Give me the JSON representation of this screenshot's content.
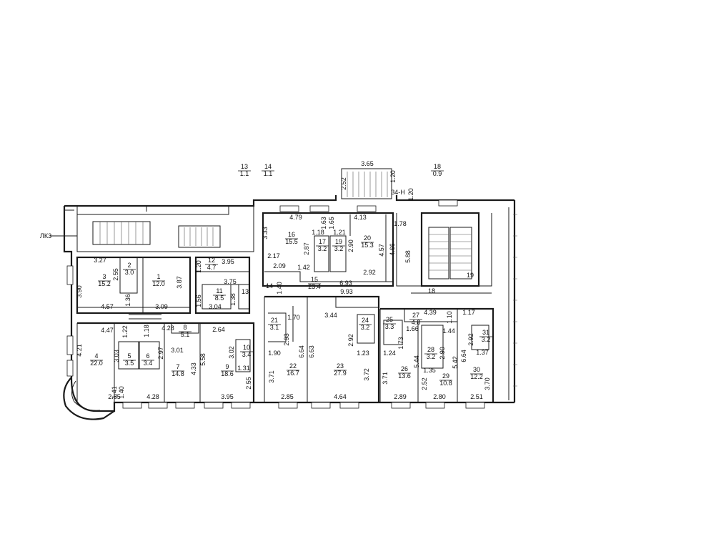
{
  "plan": {
    "tag_lk": "ЛК3",
    "tag_stair": "34-Н",
    "rooms": [
      {
        "id": "room-1",
        "num": "1",
        "area": "12.0"
      },
      {
        "id": "room-2",
        "num": "2",
        "area": "3.0"
      },
      {
        "id": "room-3",
        "num": "3",
        "area": "15.2"
      },
      {
        "id": "room-4",
        "num": "4",
        "area": "22.0"
      },
      {
        "id": "room-5",
        "num": "5",
        "area": "3.5"
      },
      {
        "id": "room-6",
        "num": "6",
        "area": "3.4"
      },
      {
        "id": "room-7",
        "num": "7",
        "area": "14.8"
      },
      {
        "id": "room-8",
        "num": "8",
        "area": "5.1"
      },
      {
        "id": "room-9",
        "num": "9",
        "area": "18.6"
      },
      {
        "id": "room-10",
        "num": "10",
        "area": "3.4"
      },
      {
        "id": "room-11",
        "num": "11",
        "area": "8.5"
      },
      {
        "id": "room-12",
        "num": "12",
        "area": "4.7"
      },
      {
        "id": "room-13",
        "num": "13",
        "area": "1.1"
      },
      {
        "id": "room-14",
        "num": "14",
        "area": "1.1"
      },
      {
        "id": "room-15",
        "num": "15",
        "area": "23.4"
      },
      {
        "id": "room-16",
        "num": "16",
        "area": "15.5"
      },
      {
        "id": "room-17",
        "num": "17",
        "area": "3.2"
      },
      {
        "id": "room-18",
        "num": "18",
        "area": "0.9"
      },
      {
        "id": "room-19",
        "num": "19",
        "area": "3.2"
      },
      {
        "id": "room-20",
        "num": "20",
        "area": "15.3"
      },
      {
        "id": "room-21",
        "num": "21",
        "area": "3.1"
      },
      {
        "id": "room-22",
        "num": "22",
        "area": "16.7"
      },
      {
        "id": "room-23",
        "num": "23",
        "area": "27.9"
      },
      {
        "id": "room-24",
        "num": "24",
        "area": "3.2"
      },
      {
        "id": "room-25",
        "num": "25",
        "area": "3.3"
      },
      {
        "id": "room-26",
        "num": "26",
        "area": "13.6"
      },
      {
        "id": "room-27",
        "num": "27",
        "area": "4.8"
      },
      {
        "id": "room-28",
        "num": "28",
        "area": "3.2"
      },
      {
        "id": "room-29",
        "num": "29",
        "area": "10.8"
      },
      {
        "id": "room-30",
        "num": "30",
        "area": "12.2"
      },
      {
        "id": "room-31",
        "num": "31",
        "area": "3.2"
      }
    ],
    "markers": [
      {
        "id": "marker-13",
        "text": "13"
      },
      {
        "id": "marker-14",
        "text": "14"
      },
      {
        "id": "marker-18",
        "text": "18"
      },
      {
        "id": "marker-19",
        "text": "19"
      }
    ],
    "dims": [
      {
        "id": "d01",
        "text": "3.65"
      },
      {
        "id": "d02",
        "text": "2.52"
      },
      {
        "id": "d03",
        "text": "1.20"
      },
      {
        "id": "d04",
        "text": "1.20"
      },
      {
        "id": "d05",
        "text": "4.79"
      },
      {
        "id": "d06",
        "text": "1.63"
      },
      {
        "id": "d07",
        "text": "1.65"
      },
      {
        "id": "d08",
        "text": "4.13"
      },
      {
        "id": "d09",
        "text": "1.78"
      },
      {
        "id": "d10",
        "text": "3.33"
      },
      {
        "id": "d11",
        "text": "1.18"
      },
      {
        "id": "d12",
        "text": "1.21"
      },
      {
        "id": "d13",
        "text": "2.87"
      },
      {
        "id": "d14",
        "text": "2.90"
      },
      {
        "id": "d15",
        "text": "4.57"
      },
      {
        "id": "d16",
        "text": "4.66"
      },
      {
        "id": "d17",
        "text": "5.88"
      },
      {
        "id": "d18",
        "text": "2.17"
      },
      {
        "id": "d19",
        "text": "2.09"
      },
      {
        "id": "d20",
        "text": "1.42"
      },
      {
        "id": "d21",
        "text": "2.92"
      },
      {
        "id": "d22",
        "text": "6.93"
      },
      {
        "id": "d23",
        "text": "9.93"
      },
      {
        "id": "d24",
        "text": "1.40"
      },
      {
        "id": "d25",
        "text": "3.27"
      },
      {
        "id": "d26",
        "text": "2.55"
      },
      {
        "id": "d27",
        "text": "1.20"
      },
      {
        "id": "d28",
        "text": "3.95"
      },
      {
        "id": "d29",
        "text": "3.90"
      },
      {
        "id": "d30",
        "text": "3.87"
      },
      {
        "id": "d31",
        "text": "3.75"
      },
      {
        "id": "d32",
        "text": "1.36"
      },
      {
        "id": "d33",
        "text": "1.56"
      },
      {
        "id": "d34",
        "text": "1.38"
      },
      {
        "id": "d35",
        "text": "4.57"
      },
      {
        "id": "d36",
        "text": "3.09"
      },
      {
        "id": "d37",
        "text": "3.04"
      },
      {
        "id": "d38",
        "text": "4.47"
      },
      {
        "id": "d39",
        "text": "1.22"
      },
      {
        "id": "d40",
        "text": "1.18"
      },
      {
        "id": "d41",
        "text": "4.28"
      },
      {
        "id": "d42",
        "text": "2.64"
      },
      {
        "id": "d43",
        "text": "4.21"
      },
      {
        "id": "d44",
        "text": "3.03"
      },
      {
        "id": "d45",
        "text": "2.97"
      },
      {
        "id": "d46",
        "text": "3.01"
      },
      {
        "id": "d47",
        "text": "5.58"
      },
      {
        "id": "d48",
        "text": "3.02"
      },
      {
        "id": "d49",
        "text": "4.33"
      },
      {
        "id": "d50",
        "text": "1.31"
      },
      {
        "id": "d51",
        "text": "1.40"
      },
      {
        "id": "d52",
        "text": "1.41"
      },
      {
        "id": "d53",
        "text": "2.55"
      },
      {
        "id": "d54",
        "text": "2.85"
      },
      {
        "id": "d55",
        "text": "4.28"
      },
      {
        "id": "d56",
        "text": "3.95"
      },
      {
        "id": "d57",
        "text": "1.70"
      },
      {
        "id": "d58",
        "text": "3.44"
      },
      {
        "id": "d59",
        "text": "2.93"
      },
      {
        "id": "d60",
        "text": "6.64"
      },
      {
        "id": "d61",
        "text": "6.63"
      },
      {
        "id": "d62",
        "text": "2.92"
      },
      {
        "id": "d63",
        "text": "1.90"
      },
      {
        "id": "d64",
        "text": "1.23"
      },
      {
        "id": "d65",
        "text": "3.71"
      },
      {
        "id": "d66",
        "text": "3.72"
      },
      {
        "id": "d67",
        "text": "2.85"
      },
      {
        "id": "d68",
        "text": "4.64"
      },
      {
        "id": "d69",
        "text": "4.39"
      },
      {
        "id": "d70",
        "text": "1.17"
      },
      {
        "id": "d71",
        "text": "1.10"
      },
      {
        "id": "d72",
        "text": "1.66"
      },
      {
        "id": "d73",
        "text": "1.44"
      },
      {
        "id": "d74",
        "text": "1.73"
      },
      {
        "id": "d75",
        "text": "2.92"
      },
      {
        "id": "d76",
        "text": "5.44"
      },
      {
        "id": "d77",
        "text": "2.90"
      },
      {
        "id": "d78",
        "text": "6.64"
      },
      {
        "id": "d79",
        "text": "1.37"
      },
      {
        "id": "d80",
        "text": "1.24"
      },
      {
        "id": "d81",
        "text": "5.42"
      },
      {
        "id": "d82",
        "text": "1.35"
      },
      {
        "id": "d83",
        "text": "3.71"
      },
      {
        "id": "d84",
        "text": "2.52"
      },
      {
        "id": "d85",
        "text": "3.70"
      },
      {
        "id": "d86",
        "text": "2.89"
      },
      {
        "id": "d87",
        "text": "2.80"
      },
      {
        "id": "d88",
        "text": "2.51"
      }
    ]
  }
}
